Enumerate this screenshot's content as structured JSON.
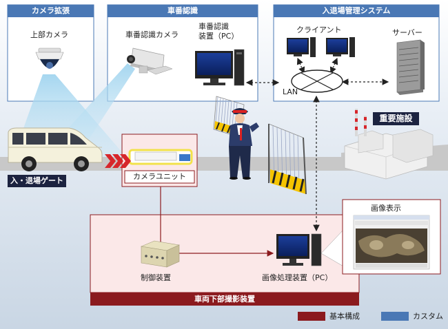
{
  "camera_expansion": {
    "header": "カメラ拡張",
    "top_camera": "上部カメラ"
  },
  "plate_recognition": {
    "header": "車番認識",
    "camera": "車番認識カメラ",
    "device_line1": "車番認識",
    "device_line2": "装置（PC）"
  },
  "access_system": {
    "header": "入退場管理システム",
    "client": "クライアント",
    "server": "サーバー",
    "lan": "LAN"
  },
  "facility": {
    "label": "重要施設"
  },
  "gate": {
    "label": "入・退場ゲート"
  },
  "camera_unit": {
    "label": "カメラユニット"
  },
  "underbody": {
    "footer": "車両下部撮影装置",
    "controller": "制御装置",
    "image_pc": "画像処理装置（PC）",
    "image_display": "画像表示"
  },
  "legend": {
    "basic": "基本構成",
    "custom": "カスタム",
    "basic_color": "#8b1a1e",
    "custom_color": "#4a78b5"
  },
  "colors": {
    "header_blue": "#4a78b5",
    "dark_red": "#8b1a1e",
    "road": "#c8c8c8"
  }
}
